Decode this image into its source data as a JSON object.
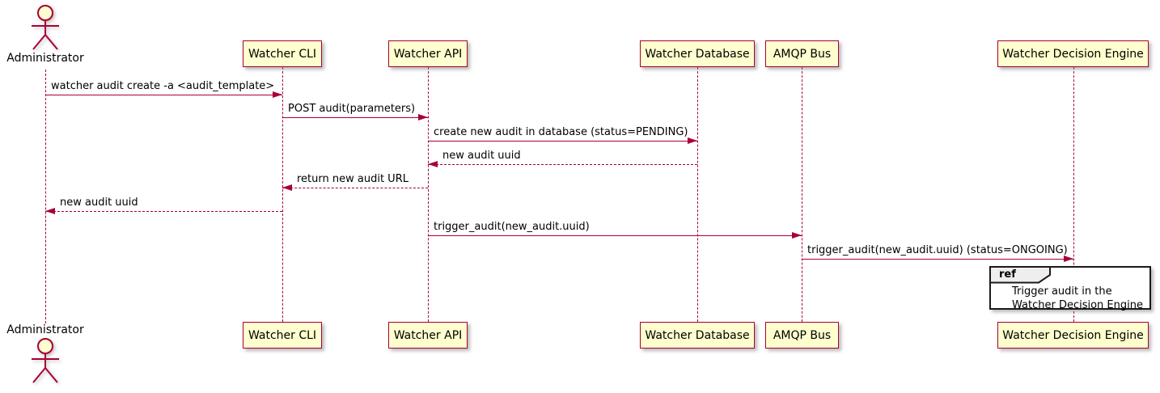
{
  "diagram": {
    "type": "uml-sequence-diagram",
    "colors": {
      "background": "#FFFFFF",
      "participant_fill": "#FEFECE",
      "participant_border": "#A80036",
      "line": "#A80036",
      "text": "#000000",
      "ref_border": "#1A1A1A",
      "ref_tag_fill": "#EEEEEE"
    },
    "actor": {
      "label": "Administrator"
    },
    "participants": [
      {
        "label": "Watcher CLI"
      },
      {
        "label": "Watcher API"
      },
      {
        "label": "Watcher Database"
      },
      {
        "label": "AMQP Bus"
      },
      {
        "label": "Watcher Decision Engine"
      }
    ],
    "messages": [
      {
        "text": "watcher audit create -a <audit_template>",
        "from": "Administrator",
        "to": "Watcher CLI",
        "style": "solid",
        "direction": "right"
      },
      {
        "text": "POST audit(parameters)",
        "from": "Watcher CLI",
        "to": "Watcher API",
        "style": "solid",
        "direction": "right"
      },
      {
        "text": "create new audit in database (status=PENDING)",
        "from": "Watcher API",
        "to": "Watcher Database",
        "style": "solid",
        "direction": "right"
      },
      {
        "text": "new audit uuid",
        "from": "Watcher Database",
        "to": "Watcher API",
        "style": "dashed",
        "direction": "left"
      },
      {
        "text": "return new audit URL",
        "from": "Watcher API",
        "to": "Watcher CLI",
        "style": "dashed",
        "direction": "left"
      },
      {
        "text": "new audit uuid",
        "from": "Watcher CLI",
        "to": "Administrator",
        "style": "dashed",
        "direction": "left"
      },
      {
        "text": "trigger_audit(new_audit.uuid)",
        "from": "Watcher API",
        "to": "AMQP Bus",
        "style": "solid",
        "direction": "right"
      },
      {
        "text": "trigger_audit(new_audit.uuid) (status=ONGOING)",
        "from": "AMQP Bus",
        "to": "Watcher Decision Engine",
        "style": "solid",
        "direction": "right"
      }
    ],
    "ref": {
      "tag": "ref",
      "line1": "Trigger audit in the",
      "line2": "Watcher Decision Engine",
      "over": "Watcher Decision Engine"
    }
  }
}
